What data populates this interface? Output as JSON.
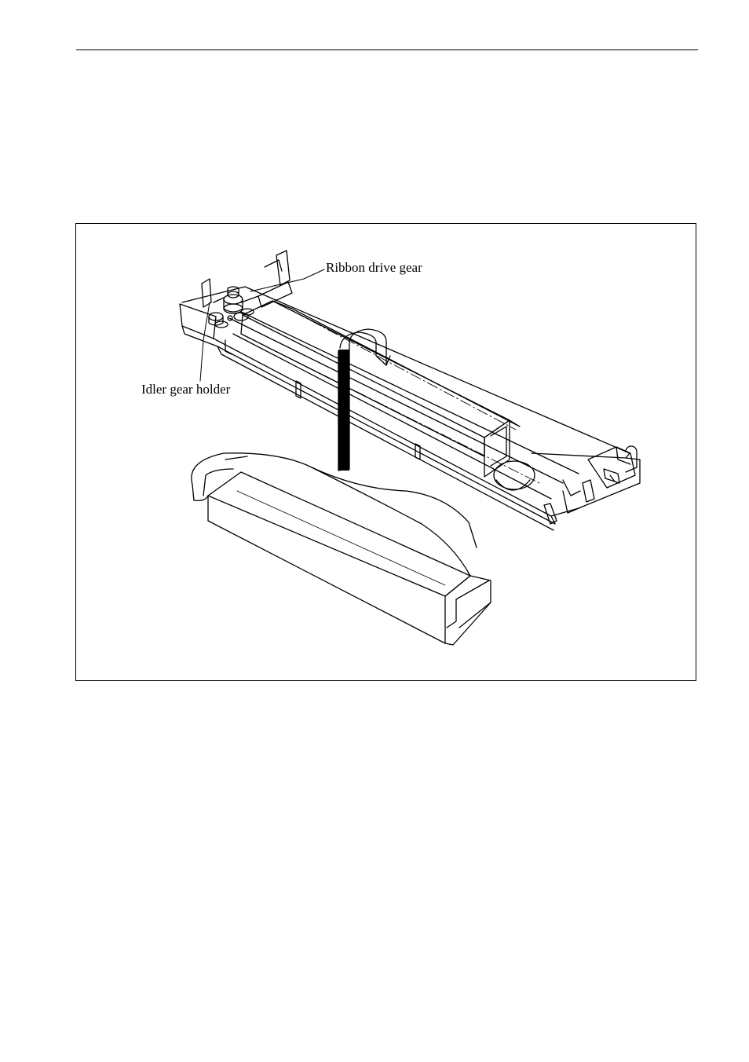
{
  "figure": {
    "labels": {
      "ribbon_drive_gear": "Ribbon drive gear",
      "idler_gear_holder": "Idler gear holder"
    },
    "icons": [
      "printer-carriage-frame",
      "ribbon-cartridge",
      "ribbon-drive-gear",
      "idler-gear-holder"
    ]
  }
}
